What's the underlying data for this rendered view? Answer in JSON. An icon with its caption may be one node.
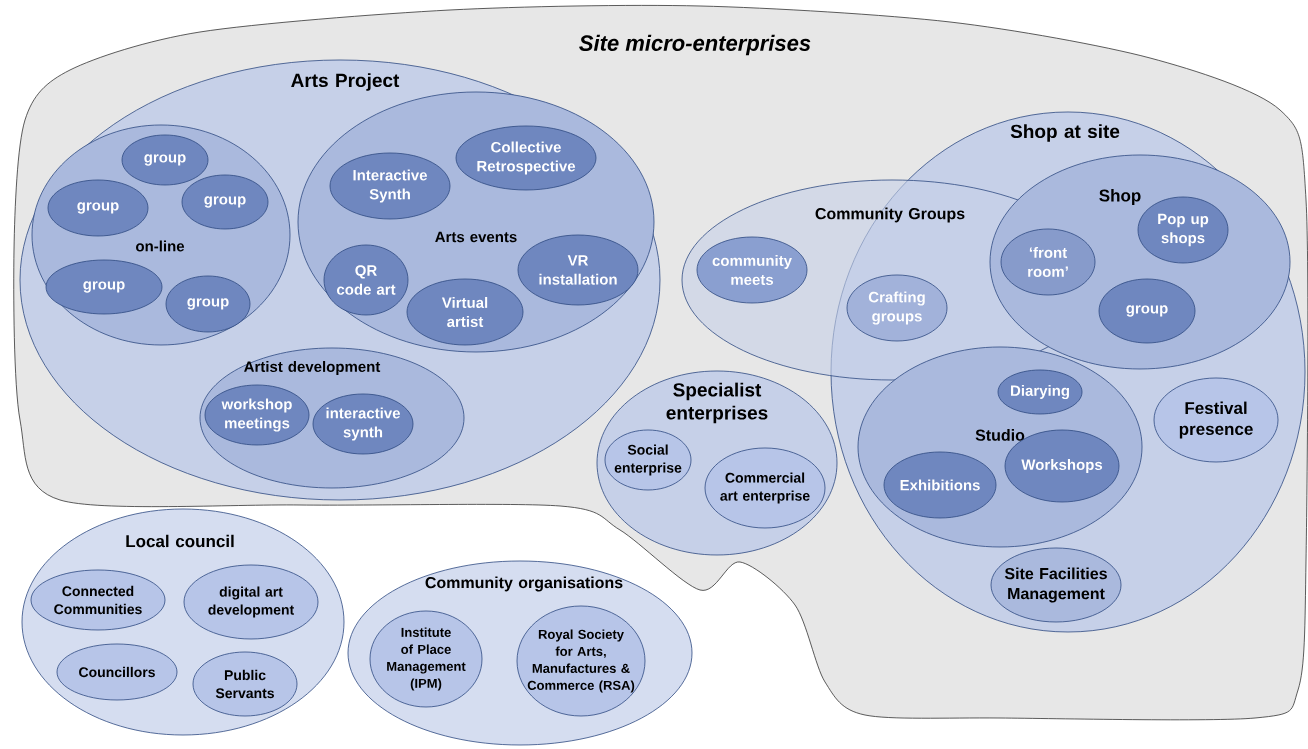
{
  "diagram": {
    "nodes": [
      {
        "text": [
          "Site micro-enterprises"
        ]
      },
      {
        "text": [
          "Arts Project"
        ],
        "in": 0
      },
      {
        "text": [
          "on-line"
        ],
        "in": 1
      },
      {
        "text": [
          "group"
        ],
        "in": 2
      },
      {
        "text": [
          "group"
        ],
        "in": 2
      },
      {
        "text": [
          "group"
        ],
        "in": 2
      },
      {
        "text": [
          "group"
        ],
        "in": 2
      },
      {
        "text": [
          "group"
        ],
        "in": 2
      },
      {
        "text": [
          "Arts events"
        ],
        "in": 1
      },
      {
        "text": [
          "Collective Retrospective"
        ],
        "in": 8
      },
      {
        "text": [
          "Interactive Synth"
        ],
        "in": 8
      },
      {
        "text": [
          "QR code art"
        ],
        "in": 8
      },
      {
        "text": [
          "VR installation"
        ],
        "in": 8
      },
      {
        "text": [
          "Virtual artist"
        ],
        "in": 8
      },
      {
        "text": [
          "Artist development"
        ],
        "in": 1
      },
      {
        "text": [
          "workshop meetings"
        ],
        "in": 14
      },
      {
        "text": [
          "interactive synth"
        ],
        "in": 14
      },
      {
        "text": [
          "Specialist enterprises"
        ],
        "in": 0
      },
      {
        "text": [
          "Social enterprise"
        ],
        "in": 17
      },
      {
        "text": [
          "Commercial art enterprise"
        ],
        "in": 17
      },
      {
        "text": [
          "Community Groups"
        ],
        "in": 0
      },
      {
        "text": [
          "community meets"
        ],
        "in": 20
      },
      {
        "text": [
          "Crafting groups"
        ]
      },
      {
        "text": [
          "Shop at site"
        ],
        "in": 0
      },
      {
        "text": [
          "Shop"
        ],
        "in": 23
      },
      {
        "text": [
          "‘front room’"
        ]
      },
      {
        "text": [
          "Pop up shops"
        ],
        "in": 24
      },
      {
        "text": [
          "group"
        ],
        "in": 24
      },
      {
        "text": [
          "Studio"
        ],
        "in": 23
      },
      {
        "text": [
          "Diarying"
        ],
        "in": 28
      },
      {
        "text": [
          "Exhibitions"
        ],
        "in": 28
      },
      {
        "text": [
          "Workshops"
        ],
        "in": 28
      },
      {
        "text": [
          "Festival presence"
        ],
        "in": 23
      },
      {
        "text": [
          "Site Facilities Management"
        ],
        "in": 23
      },
      {
        "text": [
          "Local council"
        ]
      },
      {
        "text": [
          "Connected Communities"
        ],
        "in": 34
      },
      {
        "text": [
          "digital art development"
        ],
        "in": 34
      },
      {
        "text": [
          "Councillors"
        ],
        "in": 34
      },
      {
        "text": [
          "Public Servants"
        ],
        "in": 34
      },
      {
        "text": [
          "Community organisations"
        ]
      },
      {
        "text": [
          "Institute of Place Management (IPM)"
        ],
        "in": 39
      },
      {
        "text": [
          "Royal Society for Arts, Manufactures & Commerce (RSA)"
        ],
        "in": 39
      }
    ]
  }
}
